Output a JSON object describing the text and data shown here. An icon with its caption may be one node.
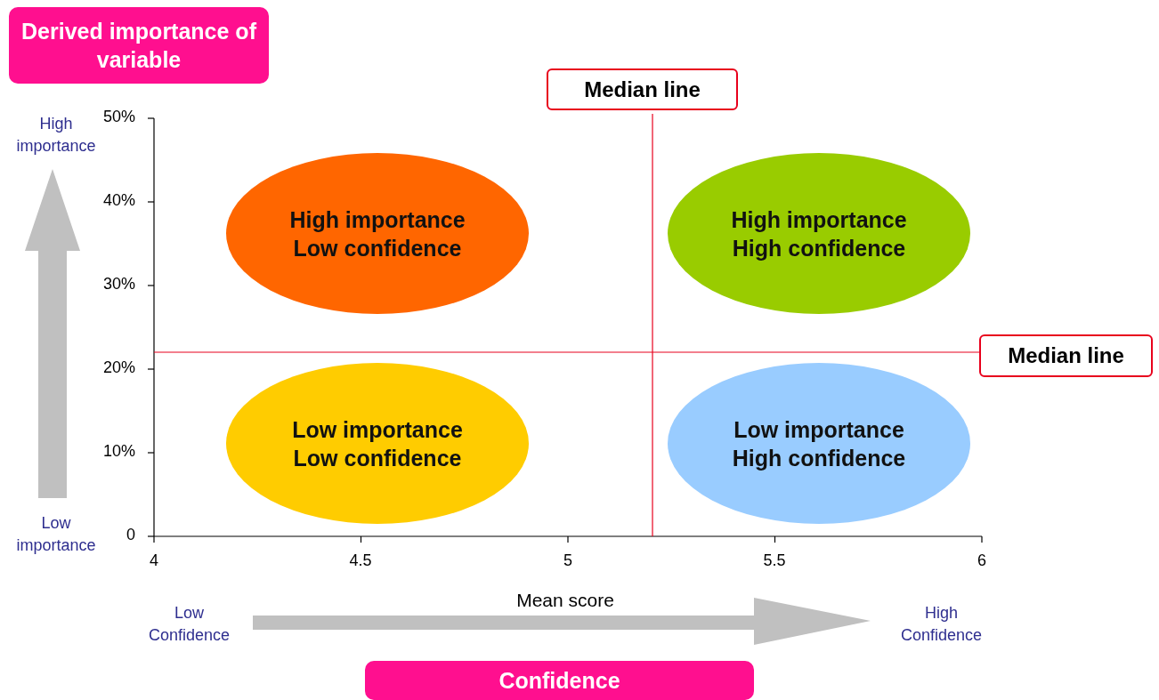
{
  "diagram": {
    "nodes": [
      {
        "text": [
          "Derived importance of variable"
        ]
      },
      {
        "text": [
          "Median line"
        ]
      },
      {
        "text": [
          "Median line"
        ]
      },
      {
        "text": [
          "High importance",
          "Low confidence"
        ]
      },
      {
        "text": [
          "High importance",
          "High confidence"
        ]
      },
      {
        "text": [
          "Low importance",
          "Low confidence"
        ]
      },
      {
        "text": [
          "Low importance",
          "High confidence"
        ]
      },
      {
        "text": [
          "Confidence"
        ]
      }
    ],
    "edges": [],
    "labels": [
      "High importance",
      "50%",
      "40%",
      "30%",
      "20%",
      "10%",
      "Low importance",
      "0",
      "4",
      "4.5",
      "5",
      "5.5",
      "6",
      "Mean score",
      "Low Confidence",
      "High Confidence"
    ]
  }
}
